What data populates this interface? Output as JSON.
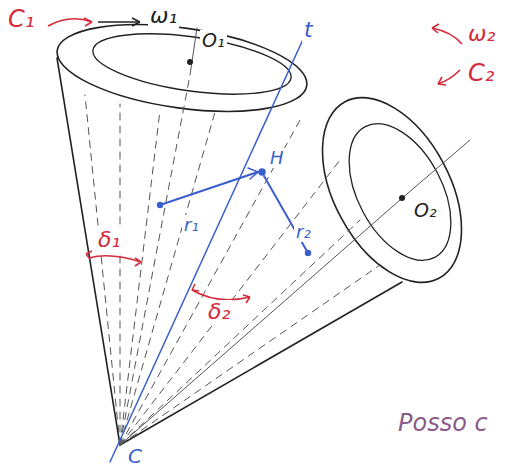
{
  "diagram": {
    "labels": [
      "C₁",
      "ω₁",
      "O₁",
      "t",
      "ω₂",
      "C₂",
      "O₂",
      "H",
      "r₁",
      "r₂",
      "δ₁",
      "δ₂",
      "C",
      "Posso c"
    ]
  }
}
